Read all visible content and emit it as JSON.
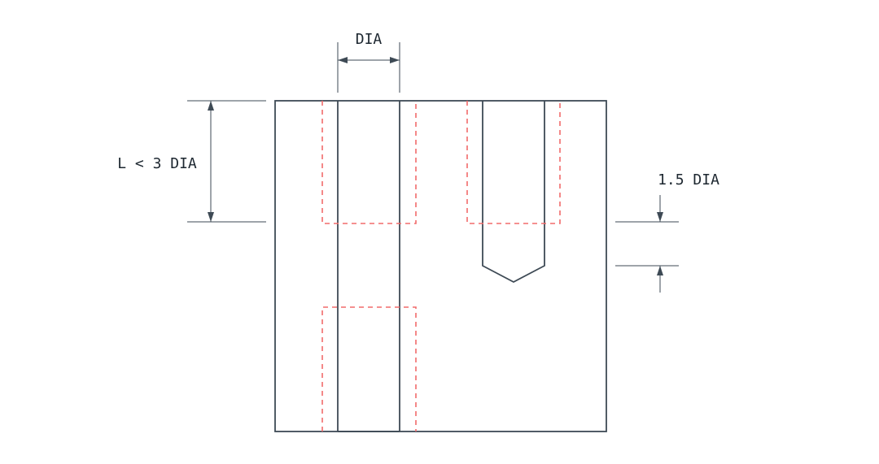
{
  "labels": {
    "dia": "DIA",
    "length": "L < 3 DIA",
    "tip": "1.5 DIA"
  },
  "colors": {
    "outline": "#3e4a55",
    "hidden_line": "#f26b6b",
    "text": "#1d2730",
    "background": "#ffffff"
  }
}
